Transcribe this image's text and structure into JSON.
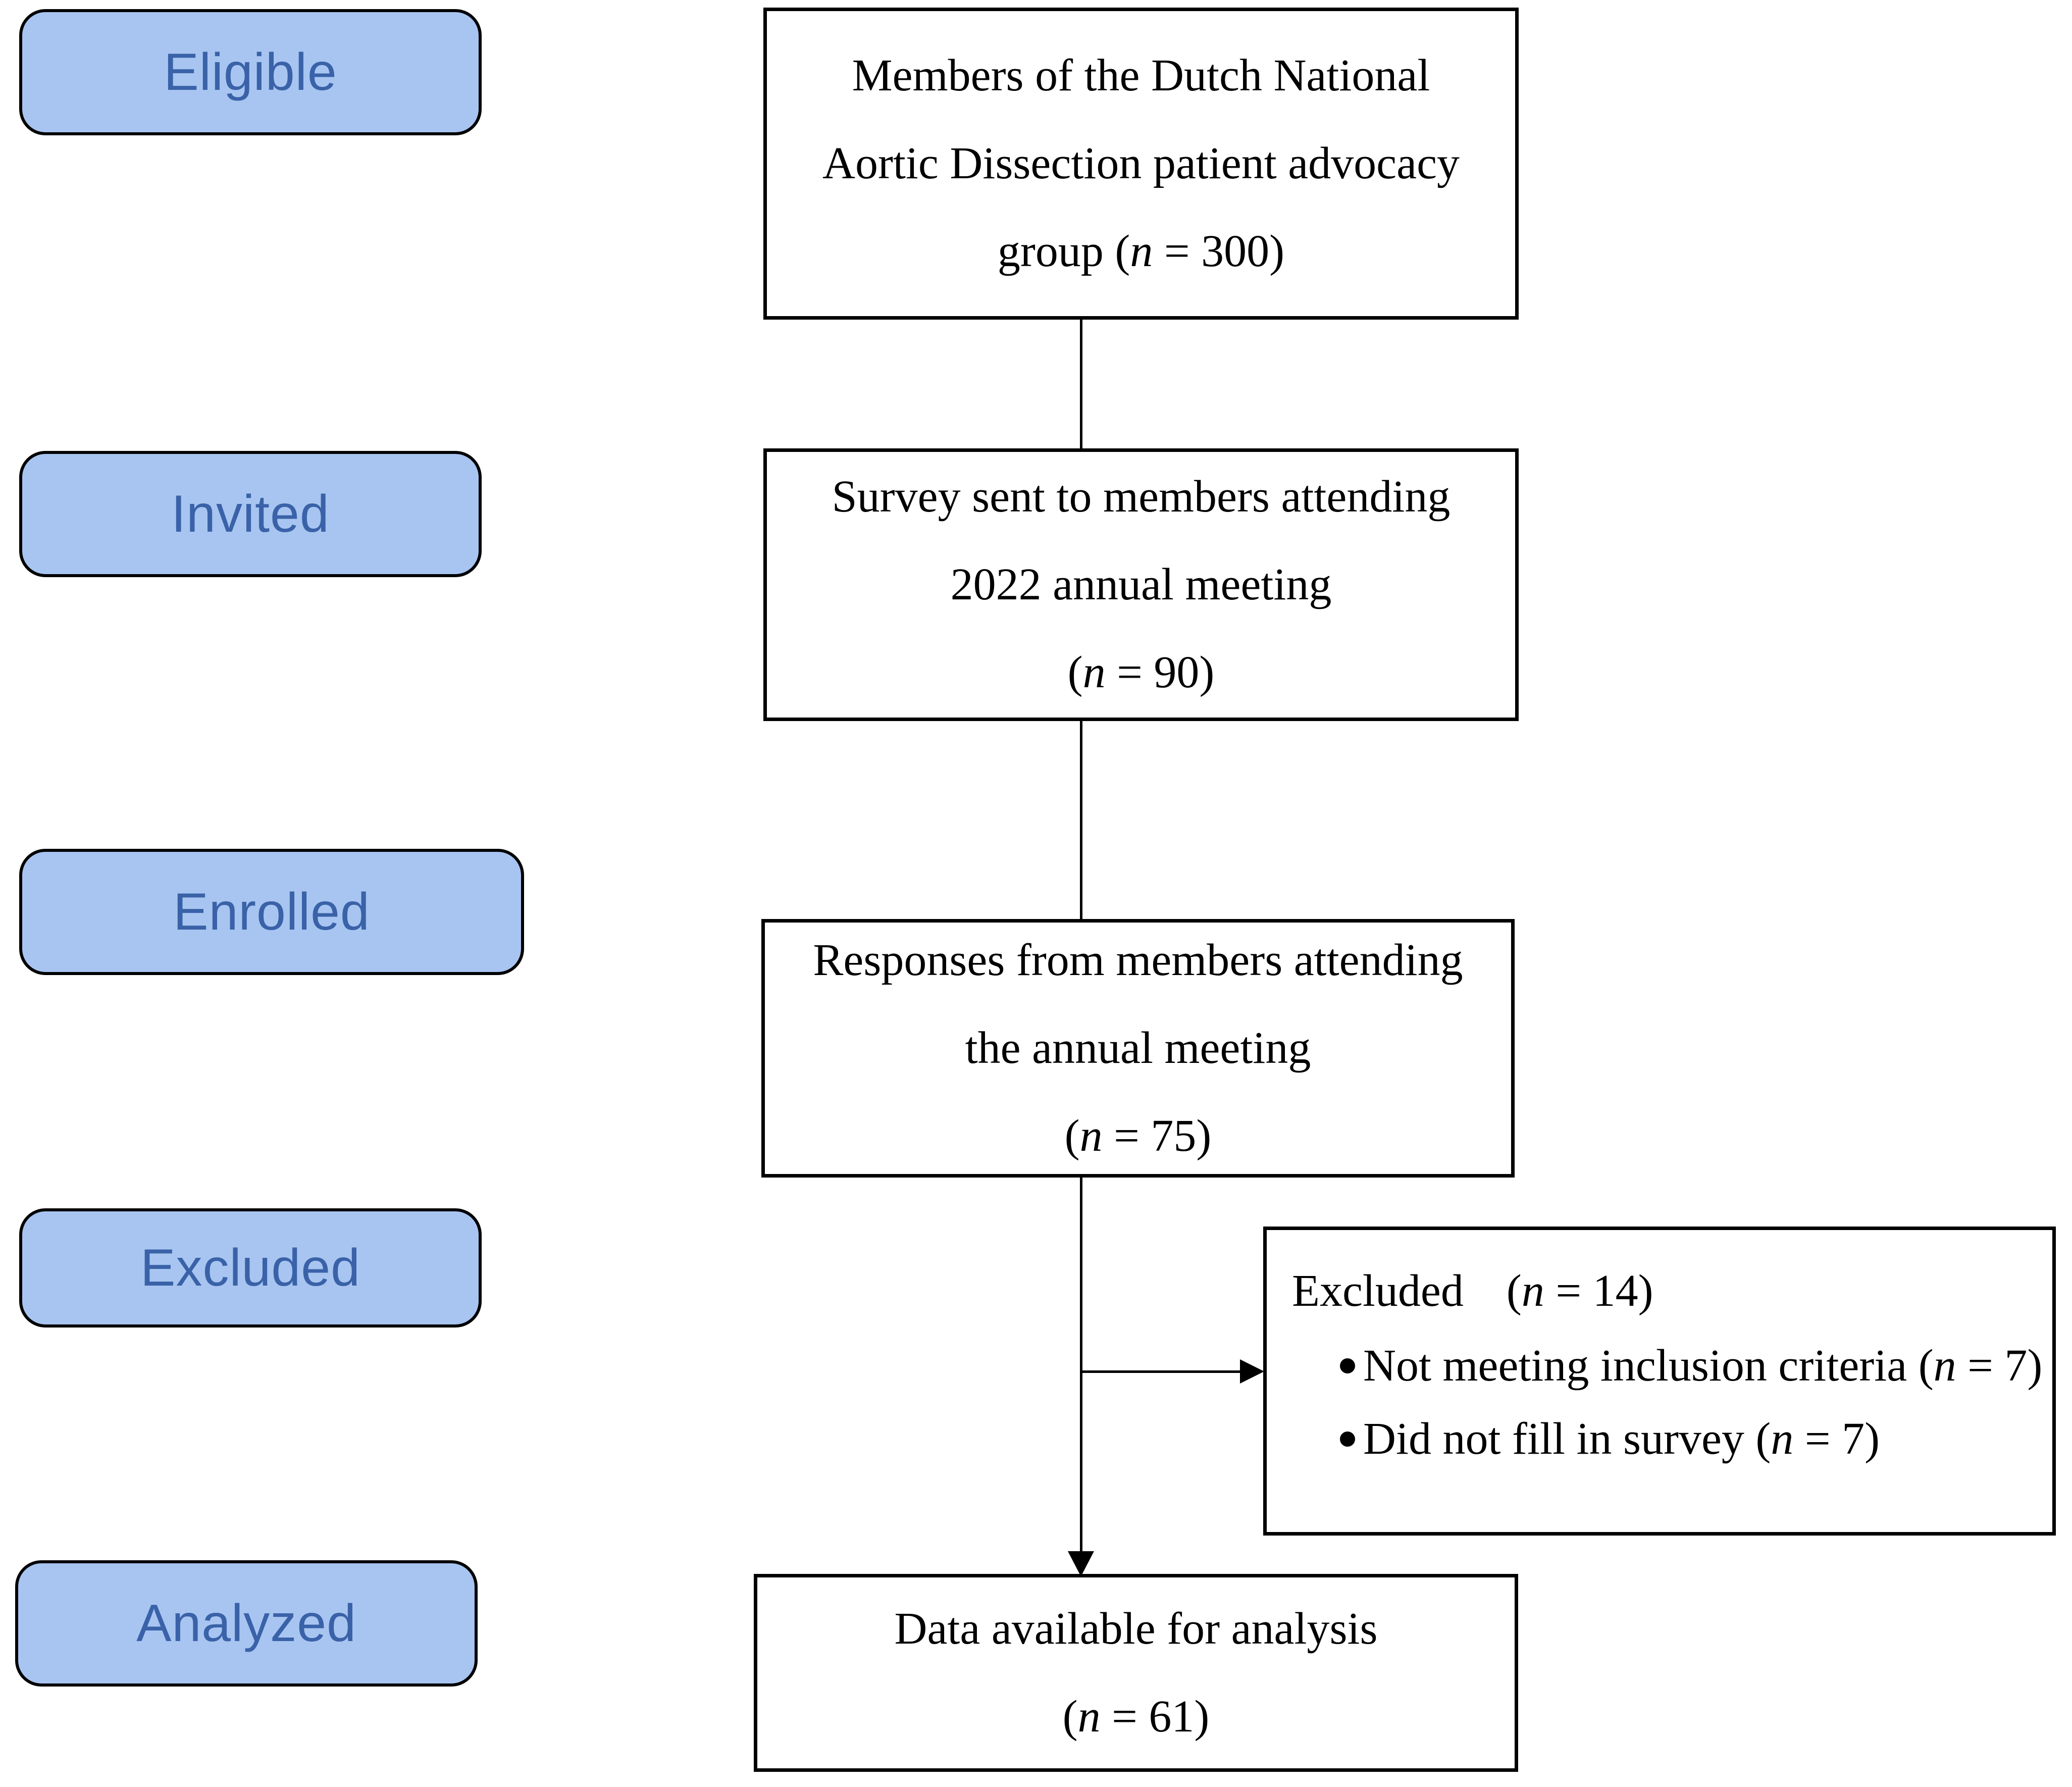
{
  "colors": {
    "background": "#ffffff",
    "stage_fill": "#a8c5f1",
    "stage_border": "#000000",
    "stage_text": "#3a62a8",
    "box_border": "#000000",
    "box_text": "#000000",
    "connector": "#000000"
  },
  "stages": [
    {
      "label": "Eligible"
    },
    {
      "label": "Invited"
    },
    {
      "label": "Enrolled"
    },
    {
      "label": "Excluded"
    },
    {
      "label": "Analyzed"
    }
  ],
  "boxes": [
    {
      "lines": [
        "Members of the Dutch National",
        "Aortic Dissection patient advocacy"
      ],
      "stat_pre": "group (",
      "stat_var": "n",
      "stat_post": " = 300)"
    },
    {
      "lines": [
        "Survey sent to members attending",
        "2022 annual meeting"
      ],
      "stat_pre": "(",
      "stat_var": "n",
      "stat_post": " = 90)"
    },
    {
      "lines": [
        "Responses from members attending",
        "the annual meeting"
      ],
      "stat_pre": "(",
      "stat_var": "n",
      "stat_post": " = 75)"
    },
    {
      "lines": [
        "Data available for analysis"
      ],
      "stat_pre": "(",
      "stat_var": "n",
      "stat_post": " = 61)"
    }
  ],
  "excluded_box": {
    "title": "Excluded",
    "stat_pre": "(",
    "stat_var": "n",
    "stat_post": " = 14)",
    "bullets": [
      {
        "pre": "Not meeting inclusion criteria (",
        "var": "n",
        "post": " = 7)"
      },
      {
        "pre": "Did not fill in survey (",
        "var": "n",
        "post": " = 7)"
      }
    ]
  }
}
